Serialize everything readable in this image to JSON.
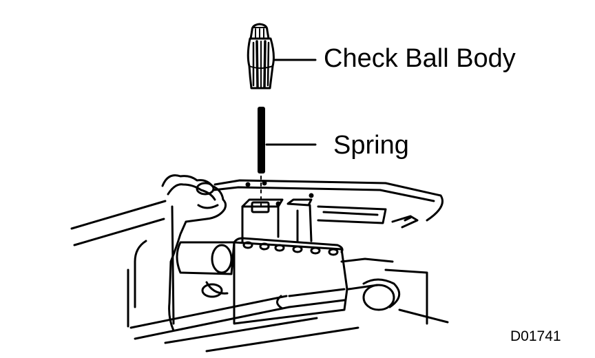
{
  "labels": {
    "check_ball_body": "Check Ball Body",
    "spring": "Spring"
  },
  "figure_code": "D01741",
  "colors": {
    "ink": "#000000",
    "paper": "#ffffff"
  }
}
